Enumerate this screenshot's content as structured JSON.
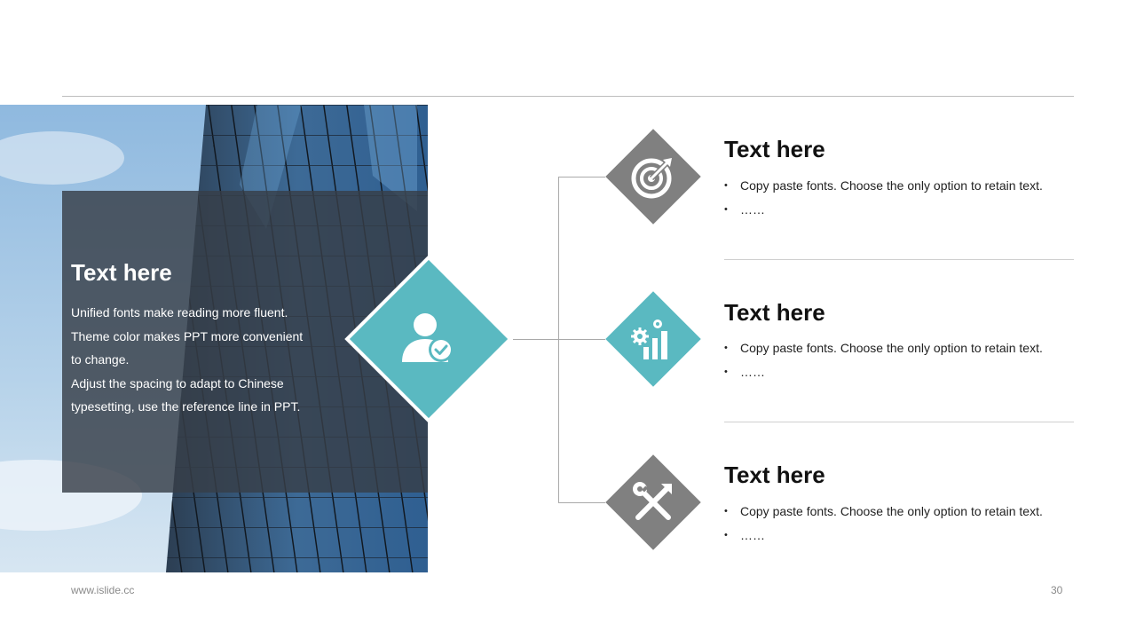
{
  "panel": {
    "title": "Text here",
    "lines": [
      "Unified fonts make reading more fluent.",
      "Theme color makes PPT more convenient",
      "to change.",
      "Adjust the spacing to adapt to Chinese",
      "typesetting, use the reference line in PPT."
    ]
  },
  "items": [
    {
      "title": "Text here",
      "icon": "target-icon",
      "bullets": [
        "Copy paste fonts. Choose the only option to retain text.",
        "……"
      ]
    },
    {
      "title": "Text here",
      "icon": "gear-chart-icon",
      "bullets": [
        "Copy paste fonts. Choose the only option to retain text.",
        "……"
      ]
    },
    {
      "title": "Text here",
      "icon": "tools-icon",
      "bullets": [
        "Copy paste fonts. Choose the only option to retain text.",
        "……"
      ]
    }
  ],
  "center_icon": "user-check-icon",
  "colors": {
    "accent": "#5ab9c1",
    "gray": "#808080"
  },
  "footer": {
    "url": "www.islide.cc",
    "page": "30"
  }
}
